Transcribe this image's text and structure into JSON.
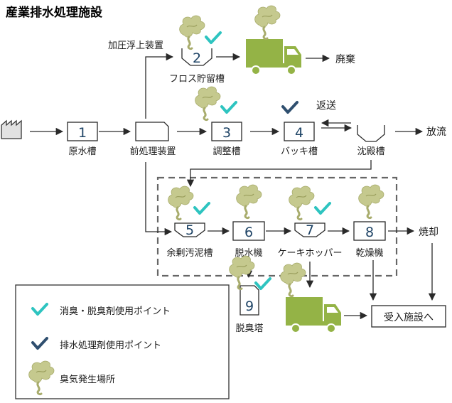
{
  "title": "産業排水処理施設",
  "labels": {
    "flotation_unit": "加圧浮上装置",
    "float_tank": "フロス貯留槽",
    "disposal": "廃棄",
    "return": "返送",
    "discharge": "放流",
    "raw_water_tank": "原水槽",
    "pretreatment": "前処理装置",
    "adjustment_tank": "調整槽",
    "batch_tank": "バッキ槽",
    "settling_tank": "沈殿槽",
    "excess_sludge_tank": "余剰汚泥槽",
    "dewatering": "脱水機",
    "cake_hopper": "ケーキホッパー",
    "dryer": "乾燥機",
    "incineration": "焼却",
    "deodorizing_tower": "脱臭塔",
    "receiving_facility": "受入施設へ"
  },
  "numbers": {
    "n1": "1",
    "n2": "2",
    "n3": "3",
    "n4": "4",
    "n5": "5",
    "n6": "6",
    "n7": "7",
    "n8": "8",
    "n9": "9"
  },
  "legend": {
    "deodorant": "消臭・脱臭剤使用ポイント",
    "treatment_agent": "排水処理剤使用ポイント",
    "odor_source": "臭気発生場所"
  },
  "colors": {
    "deodorant_check": "#2ec4c0",
    "treatment_check": "#2f4f6f",
    "odor_cloud": "#c5c98e",
    "truck": "#94b346",
    "number": "#1f4466"
  }
}
